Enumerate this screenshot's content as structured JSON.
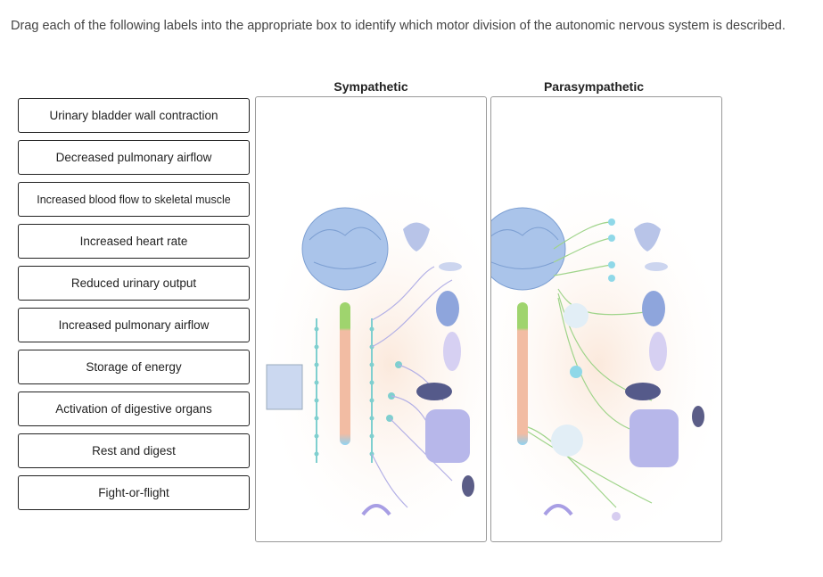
{
  "instructions": "Drag each of the following labels into the appropriate box to identify which motor division of the autonomic nervous system is described.",
  "labels": [
    "Urinary bladder wall contraction",
    "Decreased pulmonary airflow",
    "Increased blood flow to skeletal muscle",
    "Increased heart rate",
    "Reduced urinary output",
    "Increased pulmonary airflow",
    "Storage of energy",
    "Activation of digestive organs",
    "Rest and digest",
    "Fight-or-flight"
  ],
  "targets": {
    "sympathetic": "Sympathetic",
    "parasympathetic": "Parasympathetic"
  }
}
